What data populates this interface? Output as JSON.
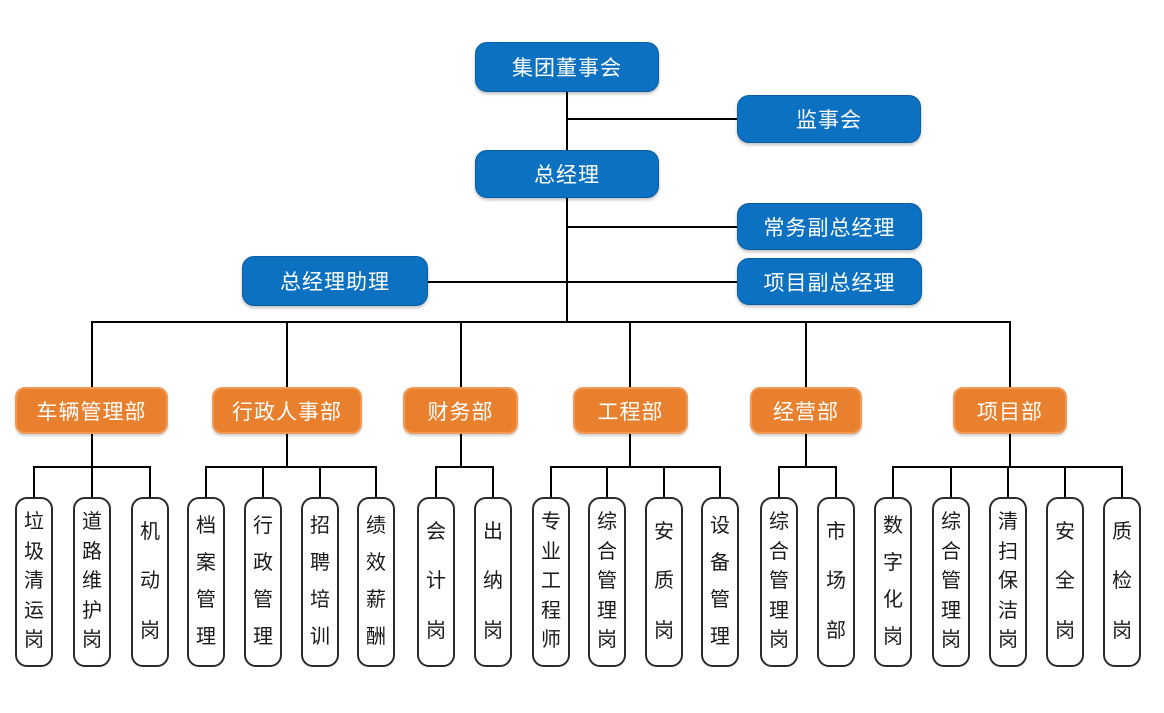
{
  "colors": {
    "bg": "#ffffff",
    "blue": "#0C71C0",
    "orange": "#E8802E",
    "line": "#000000",
    "leaf-bg": "#ffffff",
    "leaf-border": "#2b2b2b",
    "text-light": "#ffffff",
    "text-dark": "#1a1a1a"
  },
  "executives": {
    "board": "集团董事会",
    "supervisory": "监事会",
    "general_manager": "总经理",
    "exec_deputy_gm": "常务副总经理",
    "gm_assistant": "总经理助理",
    "project_deputy_gm": "项目副总经理"
  },
  "departments": [
    {
      "name": "车辆管理部",
      "children": [
        "垃圾清运岗",
        "道路维护岗",
        "机动岗"
      ]
    },
    {
      "name": "行政人事部",
      "children": [
        "档案管理",
        "行政管理",
        "招聘培训",
        "绩效薪酬"
      ]
    },
    {
      "name": "财务部",
      "children": [
        "会计岗",
        "出纳岗"
      ]
    },
    {
      "name": "工程部",
      "children": [
        "专业工程师",
        "综合管理岗",
        "安质岗",
        "设备管理"
      ]
    },
    {
      "name": "经营部",
      "children": [
        "综合管理岗",
        "市场部"
      ]
    },
    {
      "name": "项目部",
      "children": [
        "数字化岗",
        "综合管理岗",
        "清扫保洁岗",
        "安全岗",
        "质检岗"
      ]
    }
  ]
}
